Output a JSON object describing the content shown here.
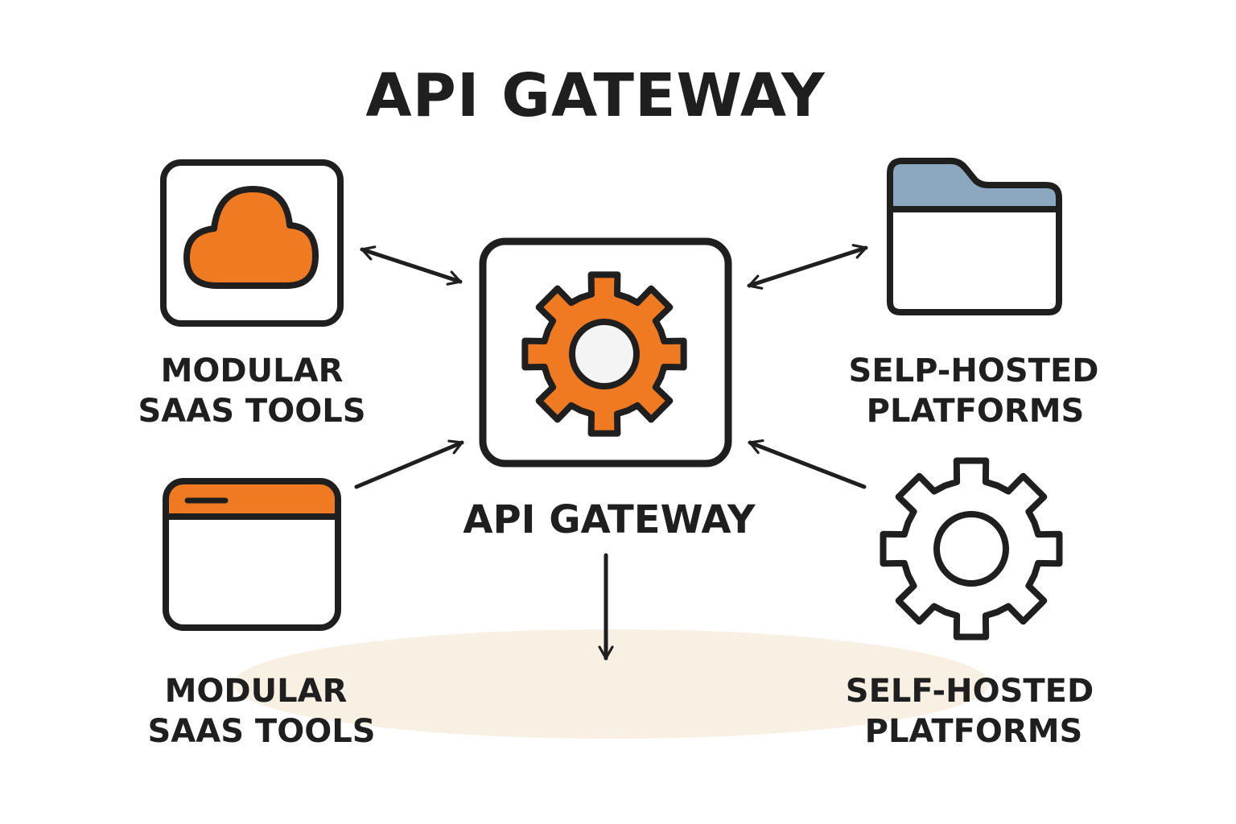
{
  "title": "API GATEWAY",
  "center_node": {
    "label": "API GATEWAY",
    "icon": "gear-icon"
  },
  "nodes": [
    {
      "id": "top-left",
      "icon": "cloud-icon",
      "label_lines": [
        "MODULAR",
        "SAAS TOOLS"
      ]
    },
    {
      "id": "bottom-left",
      "icon": "browser-window-icon",
      "label_lines": [
        "MODULAR",
        "SAAS TOOLS"
      ]
    },
    {
      "id": "top-right",
      "icon": "folder-icon",
      "label_lines": [
        "SELP-HOSTED",
        "PLATFORMS"
      ]
    },
    {
      "id": "bottom-right",
      "icon": "gear-outline-icon",
      "label_lines": [
        "SELF-HOSTED",
        "PLATFORMS"
      ]
    }
  ],
  "colors": {
    "outline": "#1f1f1f",
    "accent_orange": "#f07a22",
    "folder_tab_blue": "#8ca8c0",
    "gear_hub": "#f4f4f4",
    "floor_shadow": "#f7f0e3"
  }
}
